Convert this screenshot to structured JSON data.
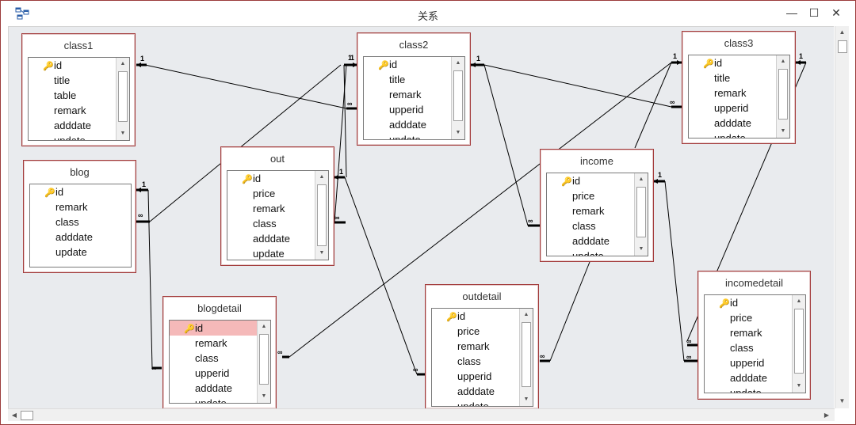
{
  "window": {
    "title": "关系",
    "minimize_glyph": "—",
    "maximize_glyph": "☐",
    "close_glyph": "✕"
  },
  "tables": {
    "class1": {
      "name": "class1",
      "fields": [
        "id",
        "title",
        "table",
        "remark",
        "adddate",
        "update"
      ]
    },
    "class2": {
      "name": "class2",
      "fields": [
        "id",
        "title",
        "remark",
        "upperid",
        "adddate",
        "update"
      ]
    },
    "class3": {
      "name": "class3",
      "fields": [
        "id",
        "title",
        "remark",
        "upperid",
        "adddate",
        "update"
      ]
    },
    "blog": {
      "name": "blog",
      "fields": [
        "id",
        "remark",
        "class",
        "adddate",
        "update"
      ]
    },
    "out": {
      "name": "out",
      "fields": [
        "id",
        "price",
        "remark",
        "class",
        "adddate",
        "update"
      ]
    },
    "income": {
      "name": "income",
      "fields": [
        "id",
        "price",
        "remark",
        "class",
        "adddate",
        "update"
      ]
    },
    "blogdetail": {
      "name": "blogdetail",
      "fields": [
        "id",
        "remark",
        "class",
        "upperid",
        "adddate",
        "update"
      ]
    },
    "outdetail": {
      "name": "outdetail",
      "fields": [
        "id",
        "price",
        "remark",
        "class",
        "upperid",
        "adddate",
        "update"
      ]
    },
    "incomedetail": {
      "name": "incomedetail",
      "fields": [
        "id",
        "price",
        "remark",
        "class",
        "upperid",
        "adddate",
        "update"
      ]
    }
  },
  "relationship_labels": {
    "one": "1",
    "many": "∞"
  },
  "icons": {
    "primary_key": "key-icon",
    "app": "relationships-icon"
  },
  "colors": {
    "table_border": "#a33b3b",
    "canvas": "#e9ebee",
    "selected_field": "#f5b9b9"
  }
}
